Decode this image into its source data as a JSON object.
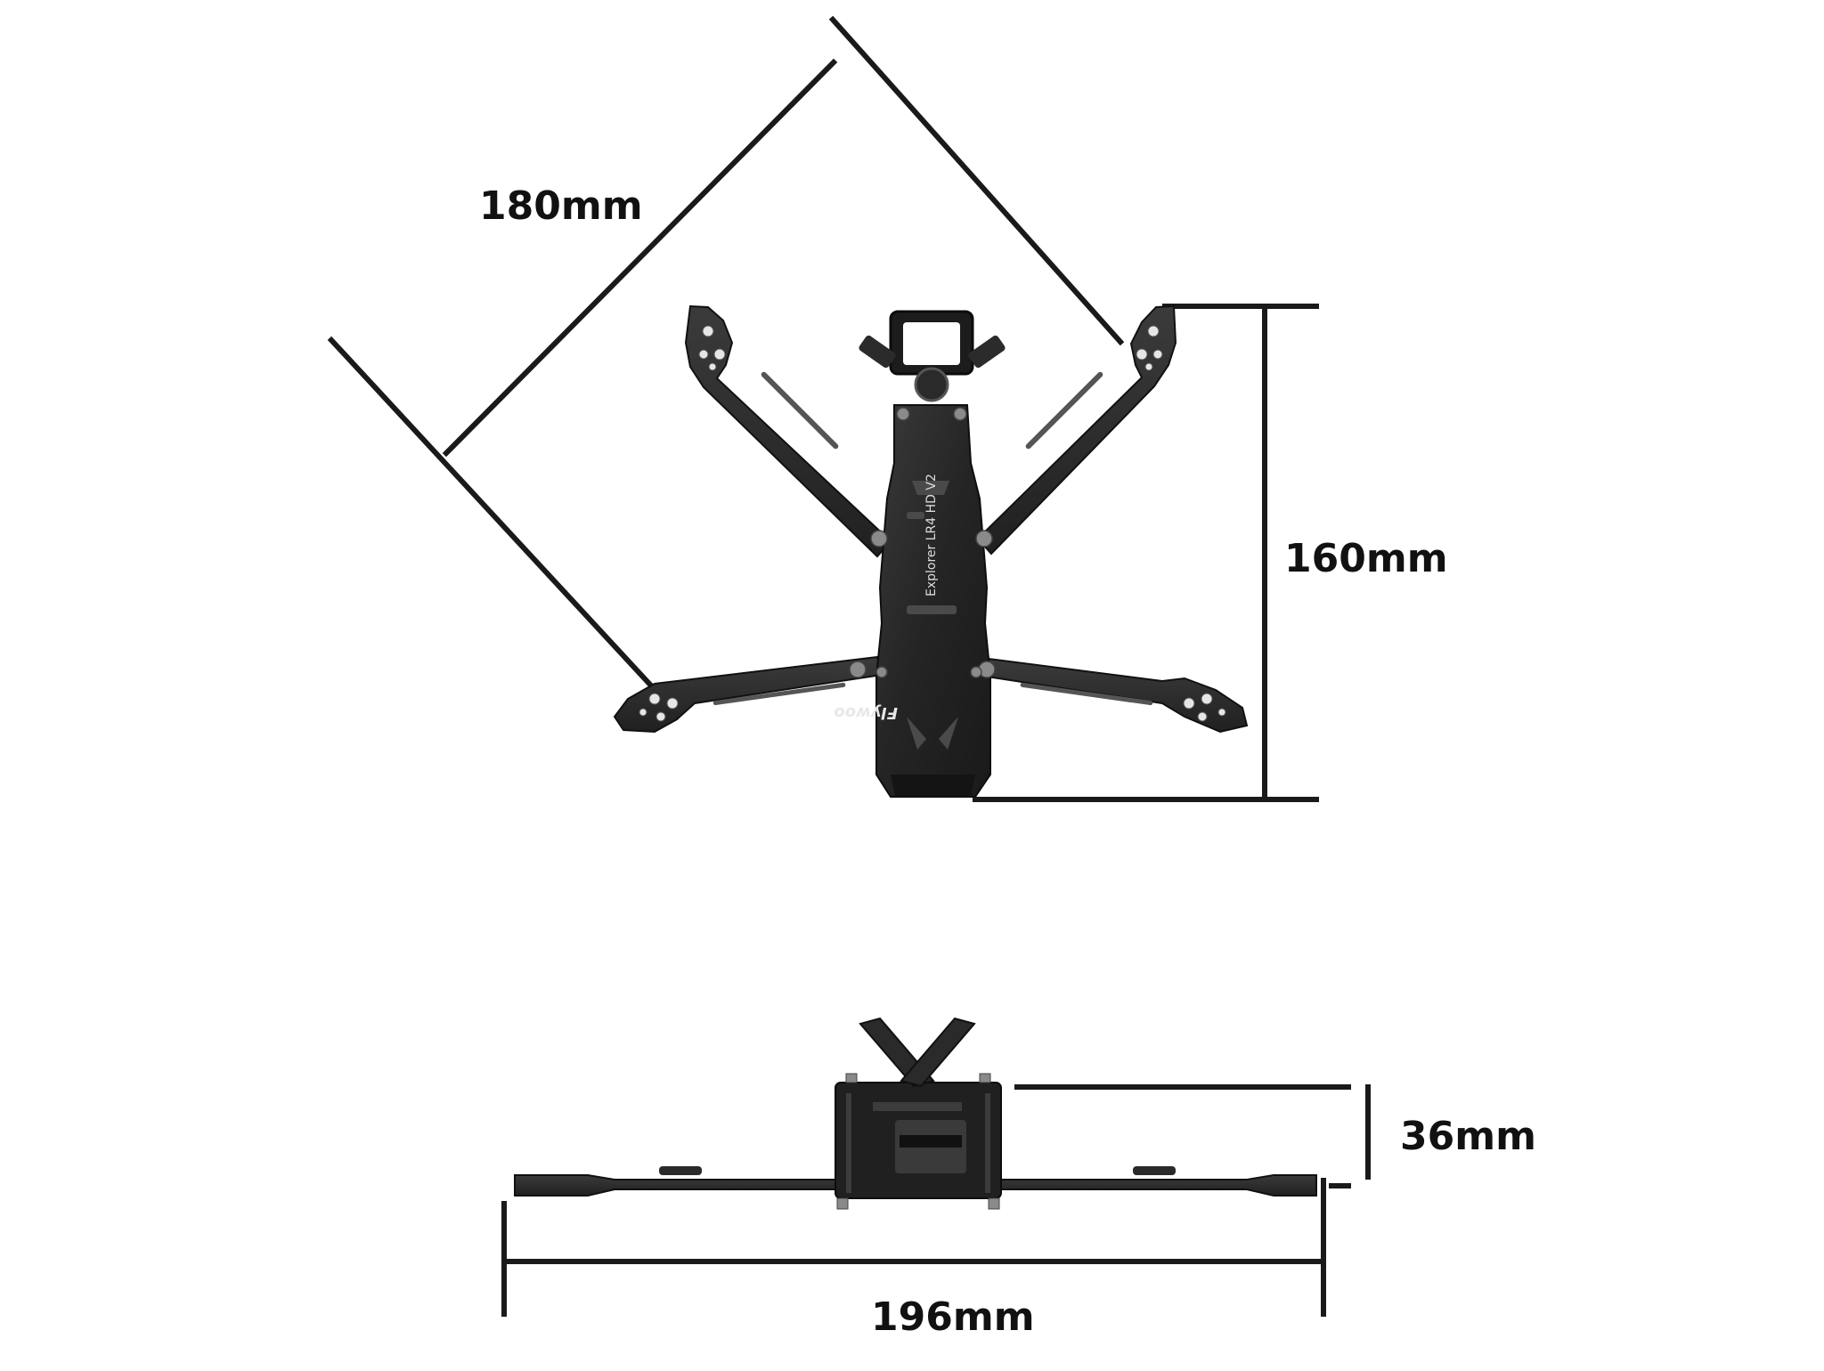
{
  "dimensions": {
    "diagonal": "180mm",
    "height": "160mm",
    "depth": "36mm",
    "width": "196mm"
  },
  "frame": {
    "model_label": "Explorer LR4 HD V2",
    "brand_logo": "Flywoo"
  },
  "colors": {
    "line": "#1a1a1a",
    "carbon": "#2a2a2a",
    "carbon_dark": "#161616",
    "carbon_light": "#3c3c3c",
    "hardware": "#8a8a8a",
    "background": "#ffffff"
  }
}
